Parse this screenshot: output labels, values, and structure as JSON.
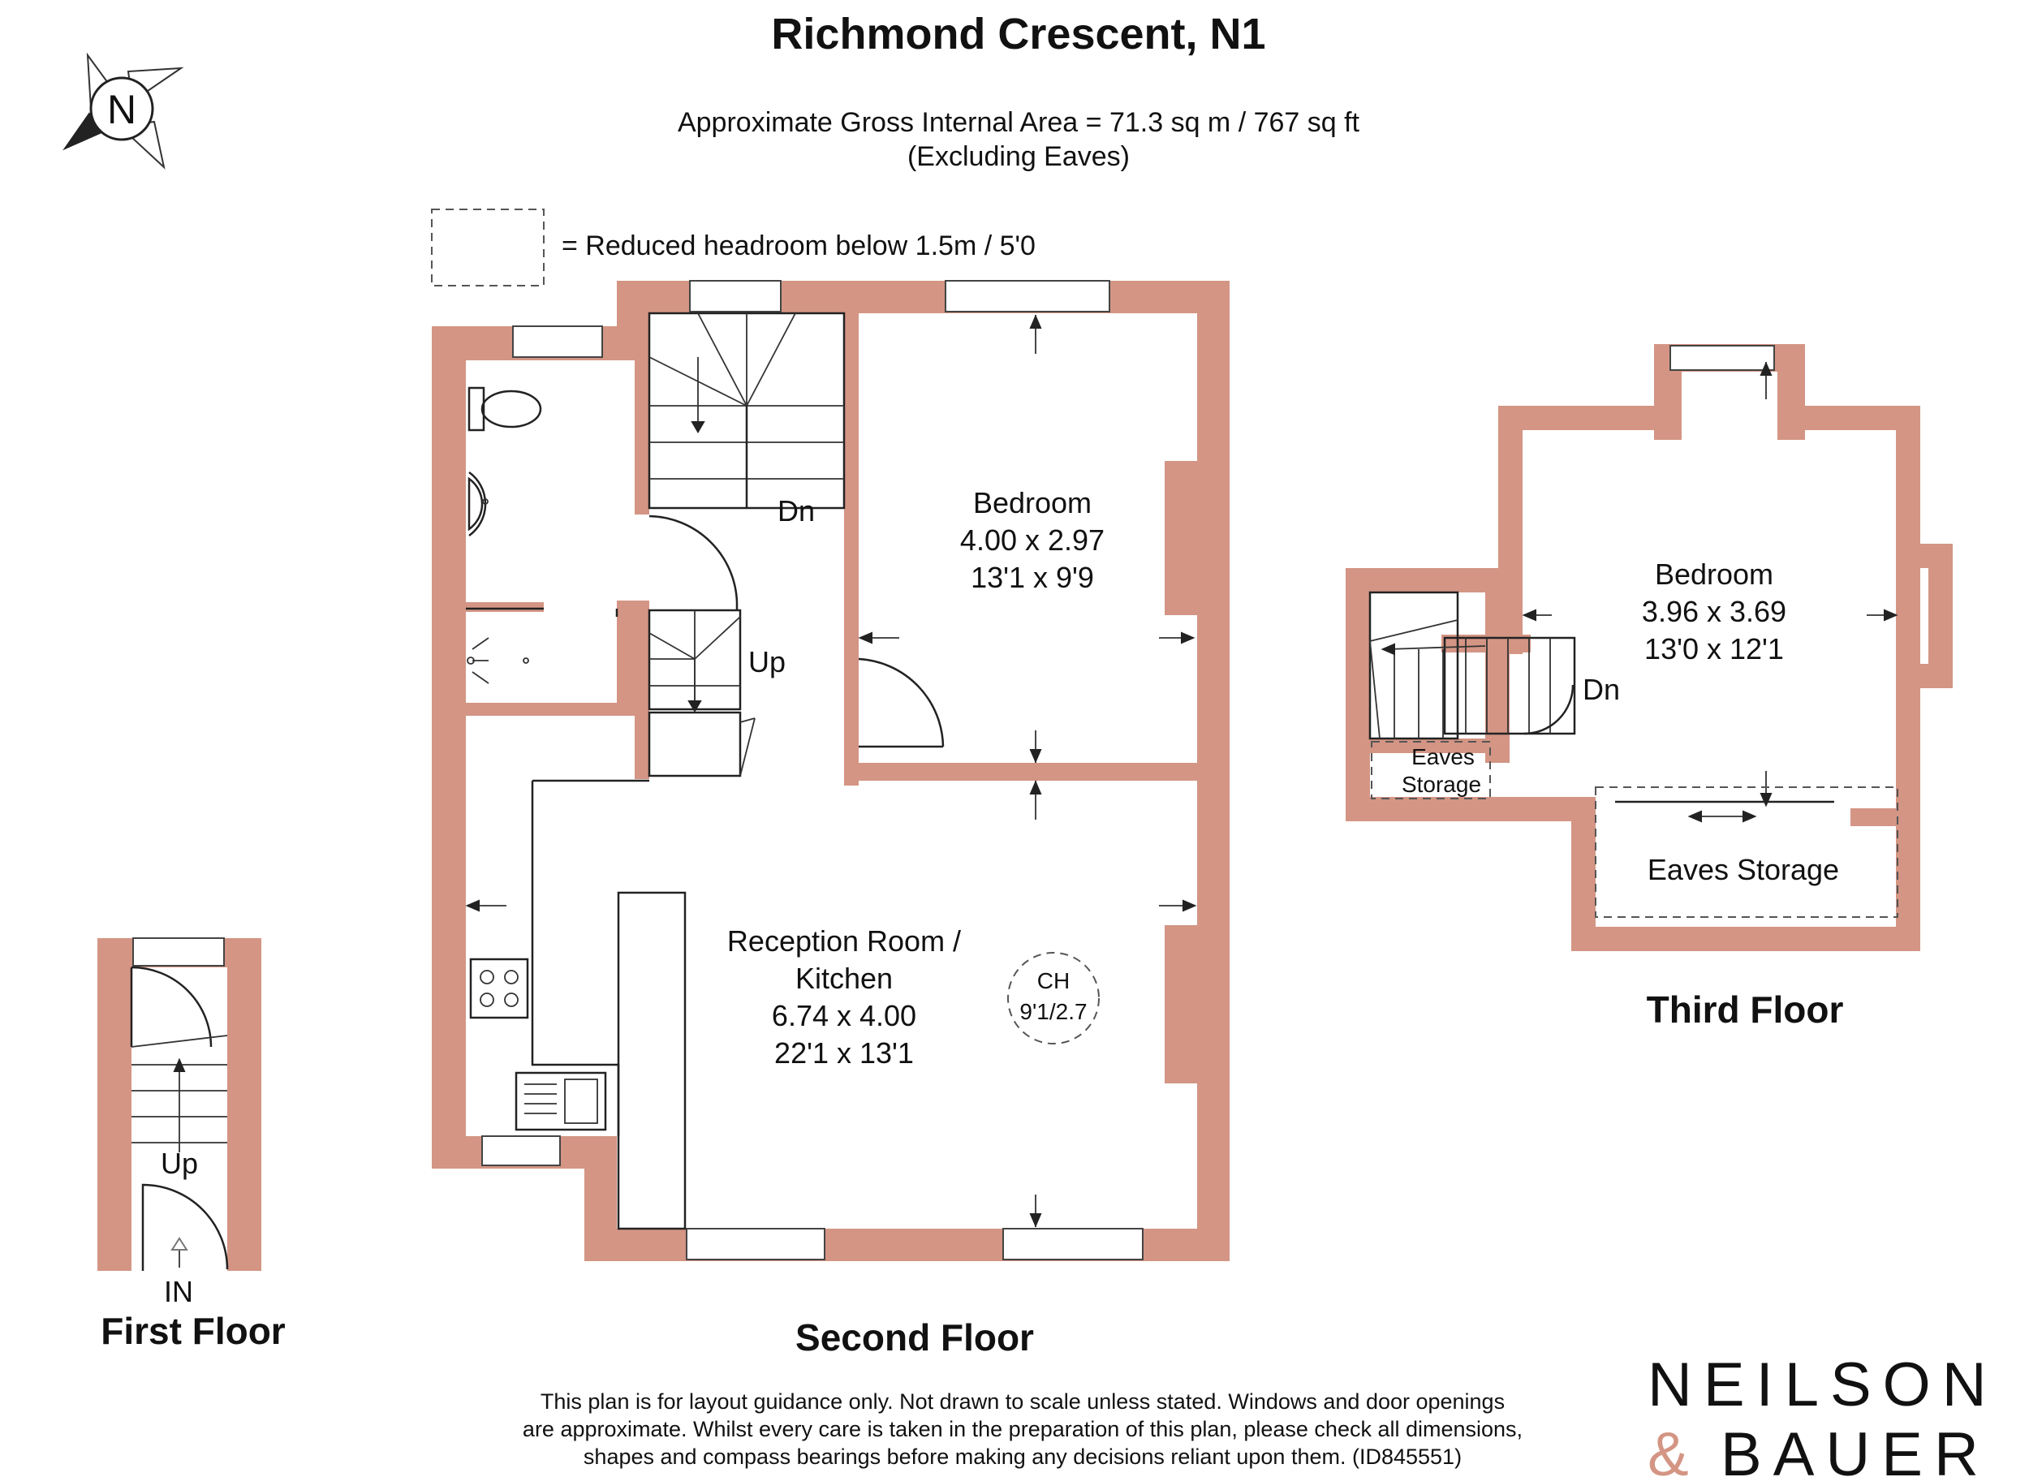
{
  "header": {
    "title": "Richmond Crescent, N1",
    "area": "Approximate Gross Internal Area = 71.3 sq m / 767 sq ft",
    "area_note": "(Excluding Eaves)",
    "legend": "= Reduced headroom below 1.5m / 5'0"
  },
  "compass": {
    "letter": "N"
  },
  "floors": {
    "first": {
      "label": "First Floor",
      "stair": "Up",
      "entrance": "IN"
    },
    "second": {
      "label": "Second Floor",
      "stair_down": "Dn",
      "stair_up": "Up",
      "bedroom": {
        "name": "Bedroom",
        "metric": "4.00 x 2.97",
        "imperial": "13'1 x 9'9"
      },
      "reception": {
        "name_line1": "Reception Room /",
        "name_line2": "Kitchen",
        "metric": "6.74 x 4.00",
        "imperial": "22'1 x 13'1"
      },
      "ceiling": {
        "label": "CH",
        "value": "9'1/2.7"
      }
    },
    "third": {
      "label": "Third Floor",
      "stair": "Dn",
      "bedroom": {
        "name": "Bedroom",
        "metric": "3.96 x 3.69",
        "imperial": "13'0 x 12'1"
      },
      "eaves_small_line1": "Eaves",
      "eaves_small_line2": "Storage",
      "eaves_large": "Eaves Storage"
    }
  },
  "disclaimer": {
    "line1": "This plan is for layout guidance only. Not drawn to scale unless stated. Windows and door openings",
    "line2": "are approximate. Whilst every care is taken in the preparation of this plan, please check all dimensions,",
    "line3": "shapes and compass bearings before making any decisions reliant upon them. (ID845551)"
  },
  "brand": {
    "line1": "NEILSON",
    "amp": "&",
    "line2": "BAUER"
  },
  "colors": {
    "wall": "#d49584",
    "ink": "#111111"
  }
}
